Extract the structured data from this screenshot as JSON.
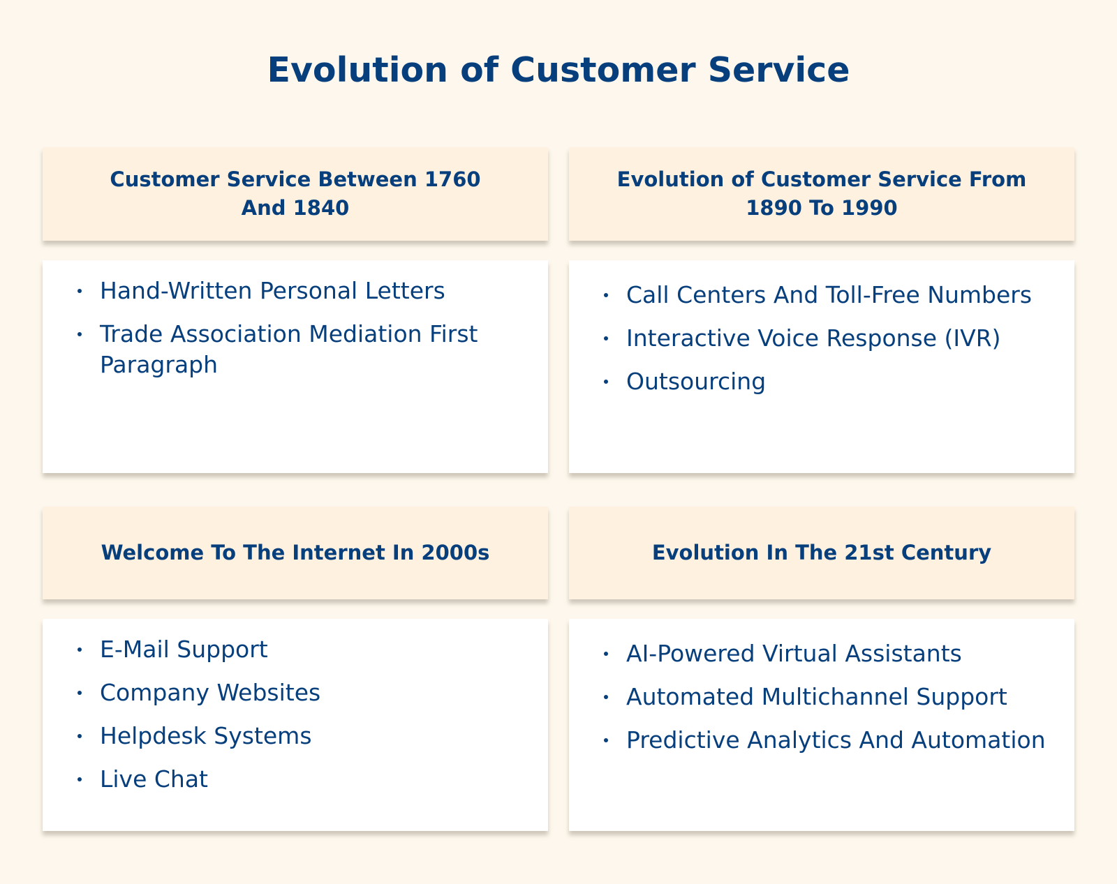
{
  "title": "Evolution of Customer Service",
  "colors": {
    "background": "#fdf7ed",
    "header_bg": "#fef1df",
    "body_bg": "#ffffff",
    "text": "#073f7d"
  },
  "sections": [
    {
      "heading": "Customer Service Between 1760 And 1840",
      "items": [
        "Hand-Written Personal Letters",
        "Trade Association Mediation First Paragraph"
      ]
    },
    {
      "heading": "Evolution of Customer Service From 1890 To 1990",
      "items": [
        "Call Centers And Toll-Free Numbers",
        "Interactive Voice Response (IVR)",
        "Outsourcing"
      ]
    },
    {
      "heading": "Welcome To The Internet In 2000s",
      "items": [
        "E-Mail Support",
        "Company Websites",
        "Helpdesk Systems",
        "Live Chat"
      ]
    },
    {
      "heading": "Evolution In The 21st Century",
      "items": [
        "AI-Powered Virtual Assistants",
        "Automated Multichannel Support",
        "Predictive Analytics And Automation"
      ]
    }
  ]
}
